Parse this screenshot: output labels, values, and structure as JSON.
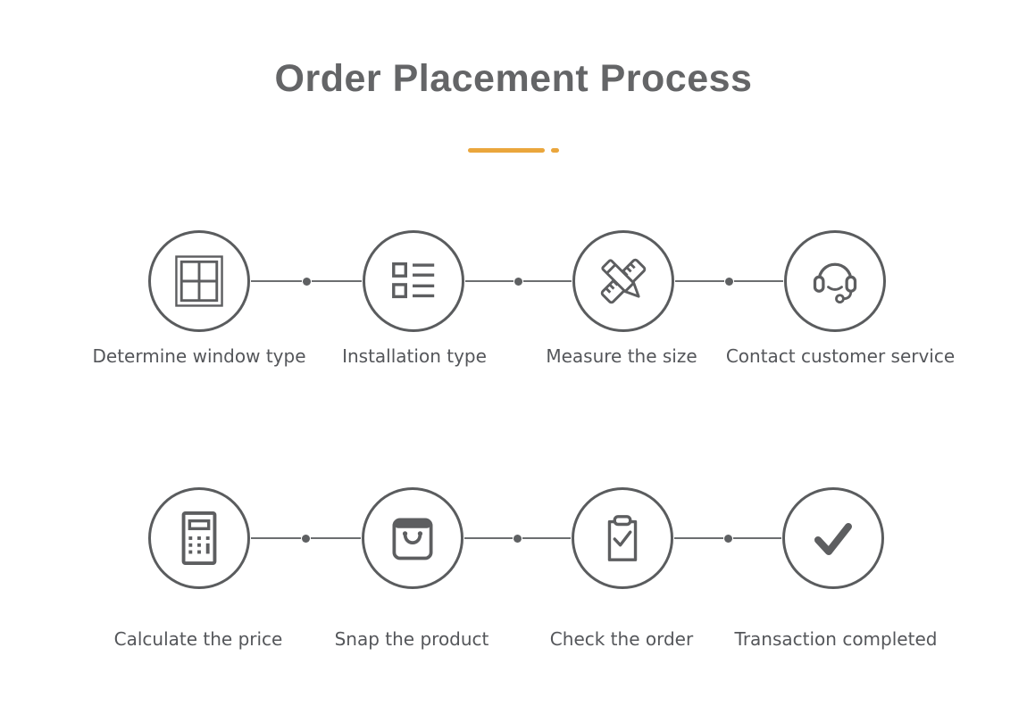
{
  "title": "Order Placement Process",
  "colors": {
    "accent_orange": "#EAA63C",
    "icon_gray": "#5d5e60",
    "text_gray": "#54565a",
    "title_gray": "#646567"
  },
  "divider": {
    "shape": "orange-bar-with-dot"
  },
  "steps": [
    {
      "label": "Determine window type",
      "icon": "window-icon"
    },
    {
      "label": "Installation type",
      "icon": "list-icon"
    },
    {
      "label": "Measure the size",
      "icon": "ruler-pencil-icon"
    },
    {
      "label": "Contact customer service",
      "icon": "headset-icon"
    },
    {
      "label": "Calculate the price",
      "icon": "calculator-icon"
    },
    {
      "label": "Snap the product",
      "icon": "shopping-bag-icon"
    },
    {
      "label": "Check the order",
      "icon": "clipboard-check-icon"
    },
    {
      "label": "Transaction completed",
      "icon": "checkmark-icon"
    }
  ]
}
